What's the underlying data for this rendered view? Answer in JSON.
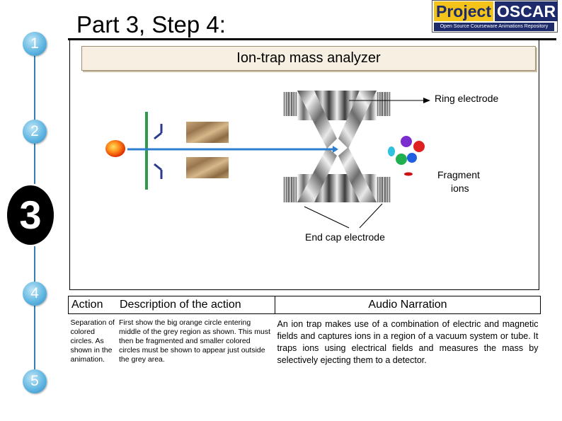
{
  "header": {
    "title": "Part 3, Step 4:",
    "subtitle": "Ion-trap mass analyzer"
  },
  "logo": {
    "word1": "Project",
    "word2": "OSCAR",
    "tagline": "Open Source Courseware Animations Repository"
  },
  "steps": {
    "s1": "1",
    "s2": "2",
    "s3": "3",
    "s4": "4",
    "s5": "5",
    "active": "3"
  },
  "diagram": {
    "ring_label": "Ring electrode",
    "fragment_label_1": "Fragment",
    "fragment_label_2": "ions",
    "endcap_label": "End cap electrode",
    "ion_colors": [
      "#7a2ed0",
      "#e02020",
      "#20b050",
      "#2060e0",
      "#30c0e0",
      "#d01010"
    ]
  },
  "table": {
    "col_action": "Action",
    "col_description": "Description of the action",
    "col_audio": "Audio Narration",
    "action": "Separation of colored circles. As shown in the animation.",
    "description": "First show the big orange circle entering middle of the grey region as shown. This must then be fragmented and smaller colored circles must be shown to appear just outside the grey area.",
    "narration": "An ion trap makes use of a combination of electric and magnetic fields and captures ions in a region of a vacuum system or tube. It traps ions using electrical fields and measures the mass by selectively ejecting them to a detector."
  }
}
